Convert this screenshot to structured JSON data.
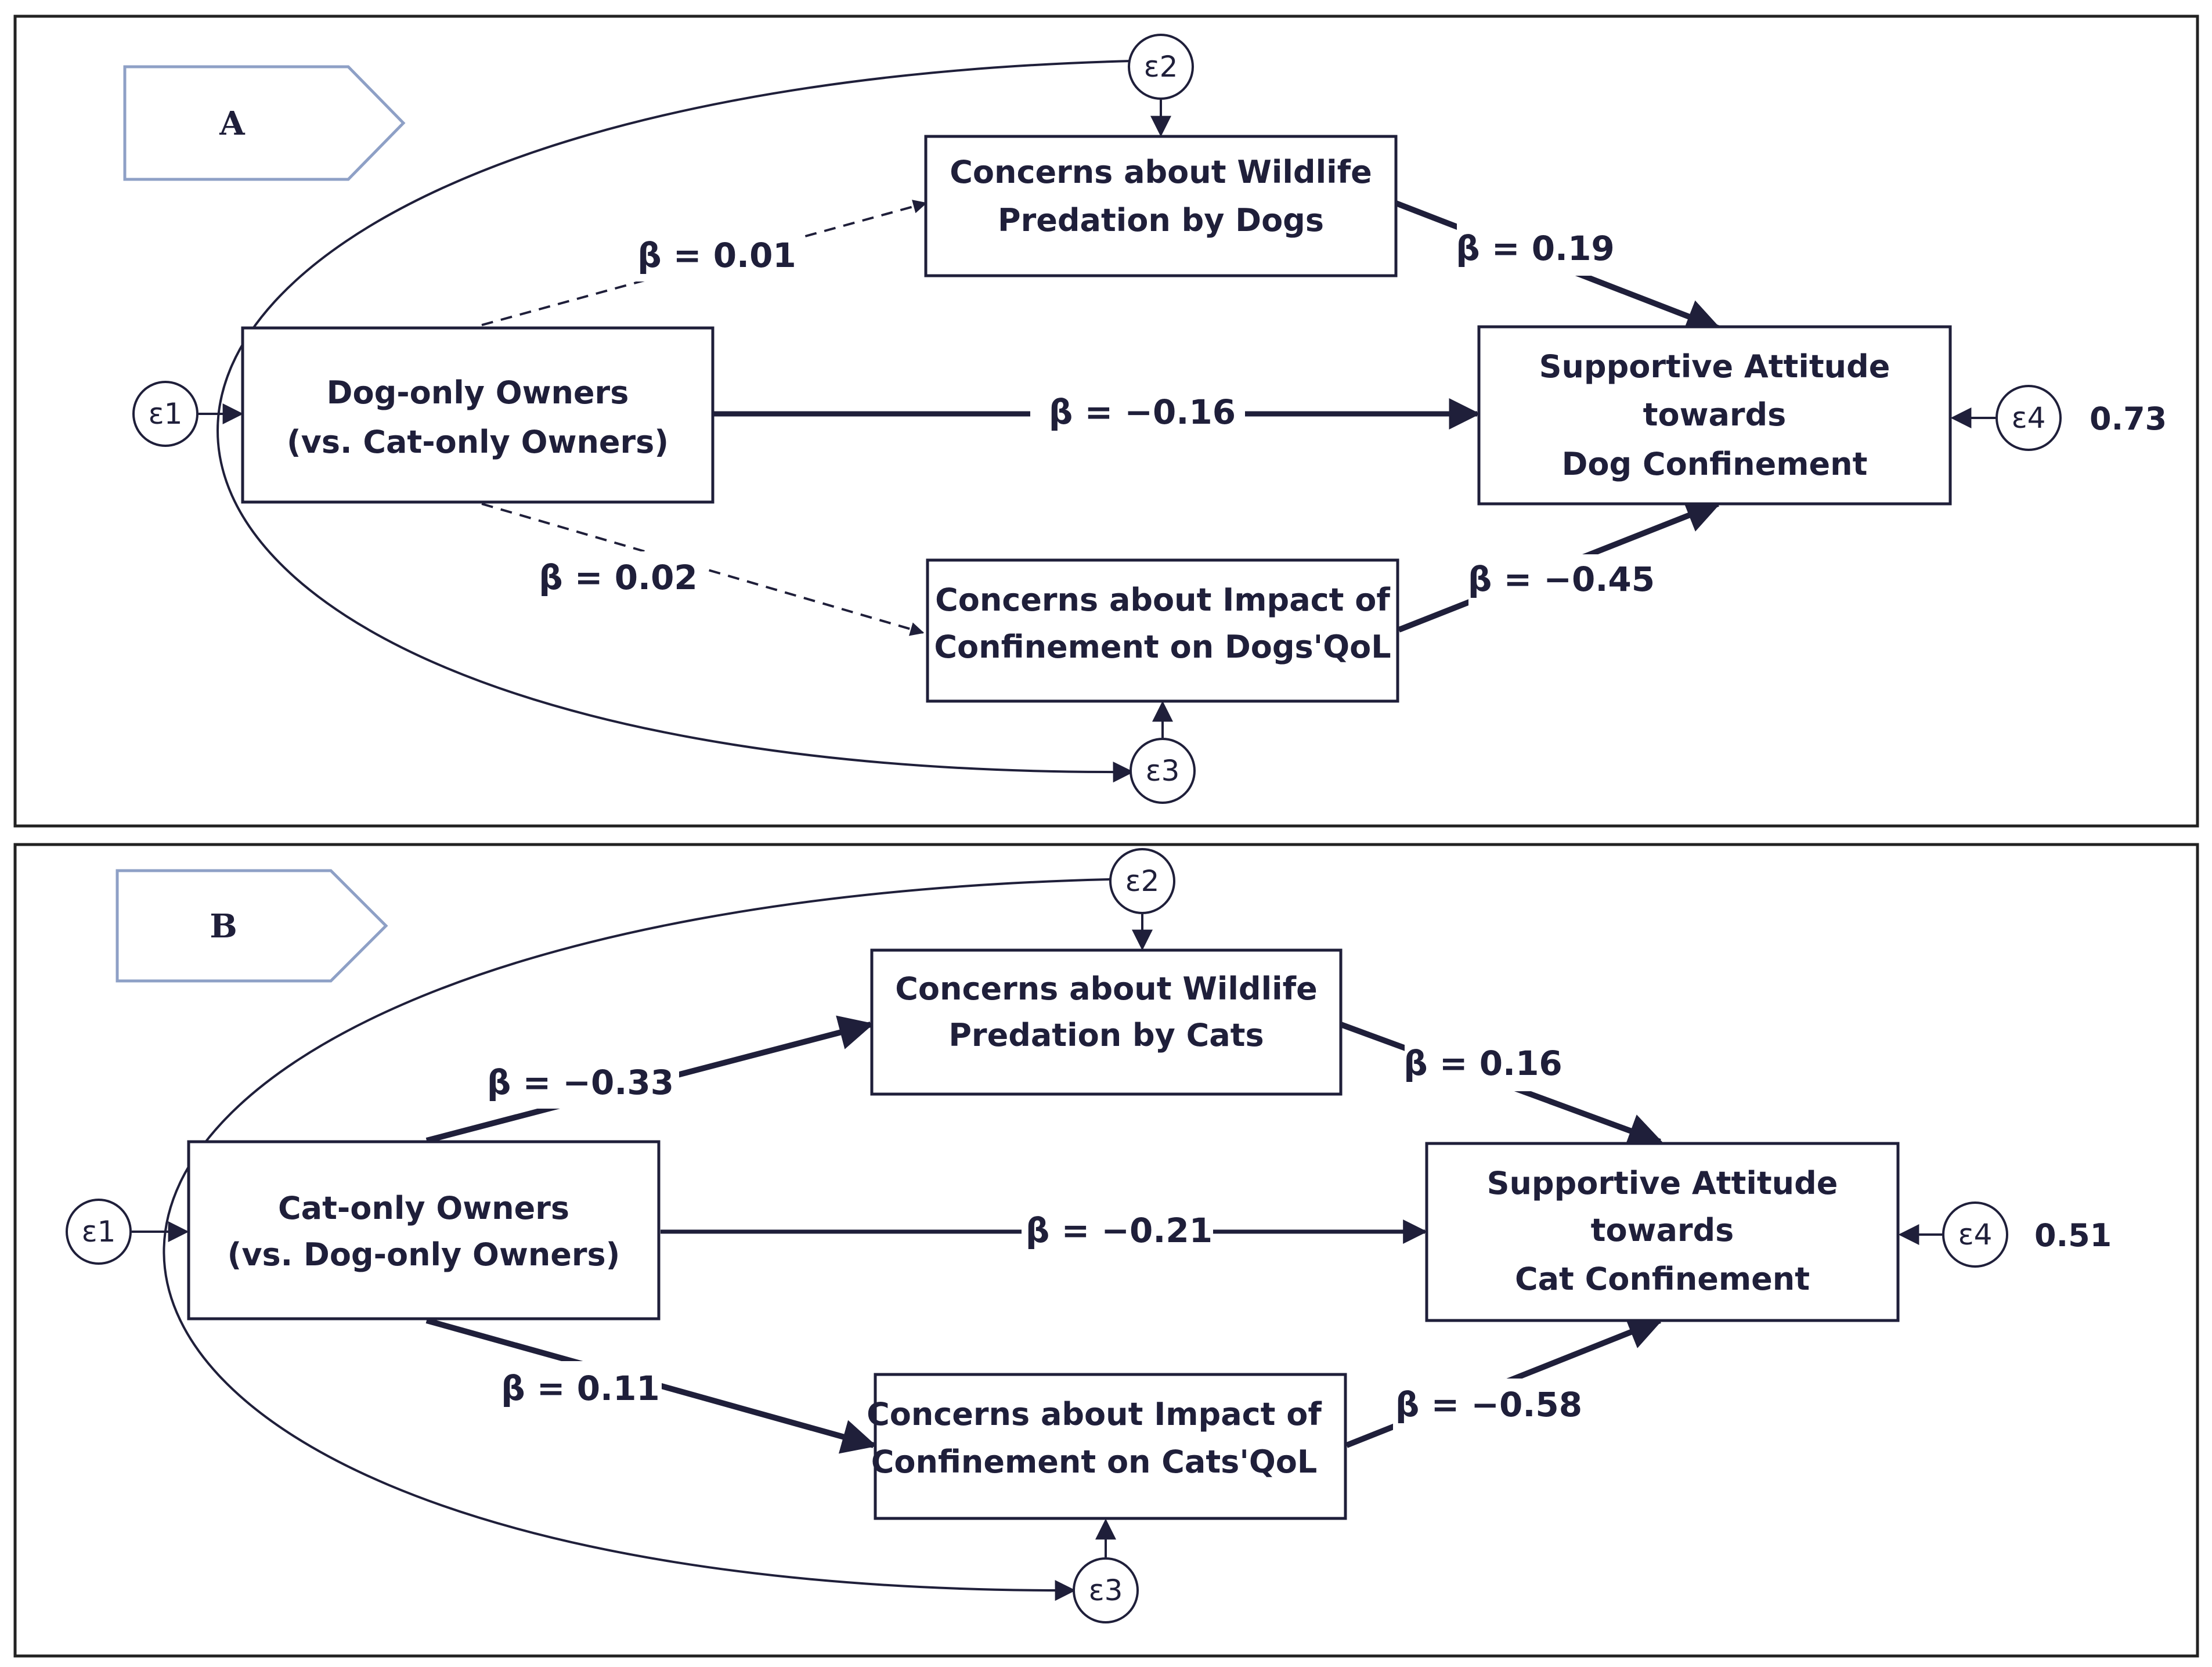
{
  "panel_a": {
    "tag": "A",
    "predictor": {
      "line1": "Dog-only Owners",
      "line2": "(vs. Cat-only Owners)"
    },
    "mediator_top": {
      "line1": "Concerns about Wildlife",
      "line2": "Predation by Dogs"
    },
    "mediator_bottom": {
      "line1": "Concerns about Impact of",
      "line2": "Confinement on Dogs'QoL"
    },
    "outcome": {
      "line1": "Supportive Attitude",
      "line2": "towards",
      "line3": "Dog Confinement"
    },
    "paths": {
      "predictor_to_top": "β = 0.01",
      "predictor_to_bottom": "β = 0.02",
      "direct": "β = −0.16",
      "top_to_outcome": "β = 0.19",
      "bottom_to_outcome": "β = −0.45"
    },
    "errors": {
      "e1": "ε1",
      "e2": "ε2",
      "e3": "ε3",
      "e4": "ε4"
    },
    "residual": "0.73"
  },
  "panel_b": {
    "tag": "B",
    "predictor": {
      "line1": "Cat-only Owners",
      "line2": "(vs. Dog-only Owners)"
    },
    "mediator_top": {
      "line1": "Concerns about Wildlife",
      "line2": "Predation by Cats"
    },
    "mediator_bottom": {
      "line1": "Concerns about Impact of",
      "line2": "Confinement on Cats'QoL"
    },
    "outcome": {
      "line1": "Supportive Attitude",
      "line2": "towards",
      "line3": "Cat Confinement"
    },
    "paths": {
      "predictor_to_top": "β = −0.33",
      "predictor_to_bottom": "β = 0.11",
      "direct": "β = −0.21",
      "top_to_outcome": "β = 0.16",
      "bottom_to_outcome": "β = −0.58"
    },
    "errors": {
      "e1": "ε1",
      "e2": "ε2",
      "e3": "ε3",
      "e4": "ε4"
    },
    "residual": "0.51"
  },
  "colors": {
    "ink": "#1f1f3a",
    "tag_border": "#8ea0c6",
    "frame": "#222222"
  }
}
